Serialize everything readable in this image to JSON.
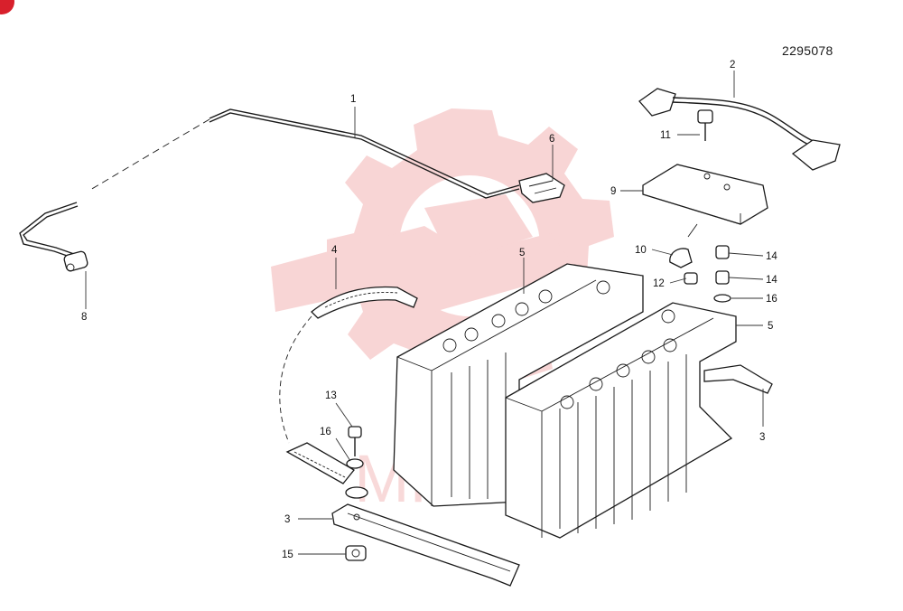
{
  "document_number": "2295078",
  "watermark_text": "МНТЕХ",
  "colors": {
    "watermark": "#f3b3b3",
    "ink": "#1a1a1a",
    "badge": "#d8202c"
  },
  "callouts": {
    "c1": "1",
    "c2": "2",
    "c3a": "3",
    "c3b": "3",
    "c4": "4",
    "c5a": "5",
    "c5b": "5",
    "c6": "6",
    "c8": "8",
    "c9": "9",
    "c10": "10",
    "c11": "11",
    "c12": "12",
    "c13": "13",
    "c14a": "14",
    "c14b": "14",
    "c15": "15",
    "c16a": "16",
    "c16b": "16"
  }
}
